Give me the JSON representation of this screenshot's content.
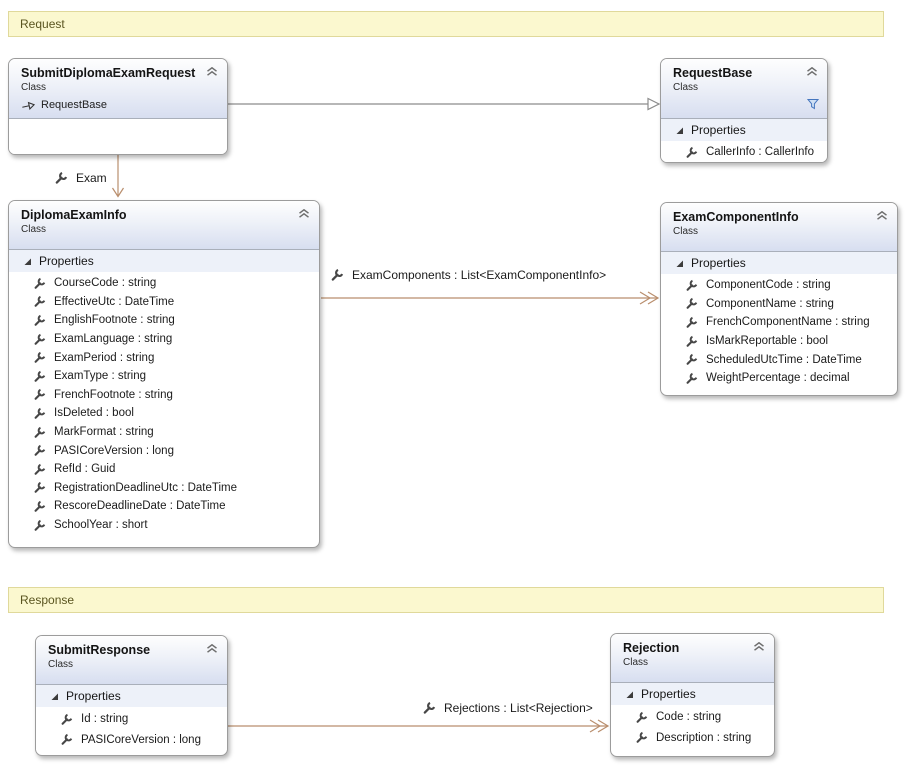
{
  "diagram": {
    "groups": {
      "request": {
        "label": "Request"
      },
      "response": {
        "label": "Response"
      }
    },
    "classes": {
      "submit_diploma_exam_request": {
        "name": "SubmitDiplomaExamRequest",
        "kind": "Class",
        "base": "RequestBase"
      },
      "request_base": {
        "name": "RequestBase",
        "kind": "Class",
        "properties_label": "Properties",
        "properties": [
          "CallerInfo : CallerInfo"
        ]
      },
      "diploma_exam_info": {
        "name": "DiplomaExamInfo",
        "kind": "Class",
        "properties_label": "Properties",
        "properties": [
          "CourseCode : string",
          "EffectiveUtc : DateTime",
          "EnglishFootnote : string",
          "ExamLanguage : string",
          "ExamPeriod : string",
          "ExamType : string",
          "FrenchFootnote : string",
          "IsDeleted : bool",
          "MarkFormat : string",
          "PASICoreVersion : long",
          "RefId : Guid",
          "RegistrationDeadlineUtc : DateTime",
          "RescoreDeadlineDate : DateTime",
          "SchoolYear : short"
        ]
      },
      "exam_component_info": {
        "name": "ExamComponentInfo",
        "kind": "Class",
        "properties_label": "Properties",
        "properties": [
          "ComponentCode : string",
          "ComponentName : string",
          "FrenchComponentName : string",
          "IsMarkReportable : bool",
          "ScheduledUtcTime : DateTime",
          "WeightPercentage : decimal"
        ]
      },
      "submit_response": {
        "name": "SubmitResponse",
        "kind": "Class",
        "properties_label": "Properties",
        "properties": [
          "Id : string",
          "PASICoreVersion : long"
        ]
      },
      "rejection": {
        "name": "Rejection",
        "kind": "Class",
        "properties_label": "Properties",
        "properties": [
          "Code : string",
          "Description : string"
        ]
      }
    },
    "connectors": {
      "inheritance": {
        "type": "inheritance",
        "from": "SubmitDiplomaExamRequest",
        "to": "RequestBase"
      },
      "exam": {
        "type": "association",
        "label": "Exam"
      },
      "exam_components": {
        "type": "association",
        "label": "ExamComponents : List<ExamComponentInfo>"
      },
      "rejections": {
        "type": "association",
        "label": "Rejections : List<Rejection>"
      }
    },
    "colors": {
      "association_arrow": "#b98e6d",
      "inheritance_arrow": "#8c8c8c",
      "band_background": "#fbf8cf",
      "band_border": "#e0d99b",
      "band_text": "#5a5520",
      "header_gradient_bottom": "#d7def0",
      "section_header_background": "#edf1f9",
      "filter_icon_blue": "#4576be"
    }
  }
}
